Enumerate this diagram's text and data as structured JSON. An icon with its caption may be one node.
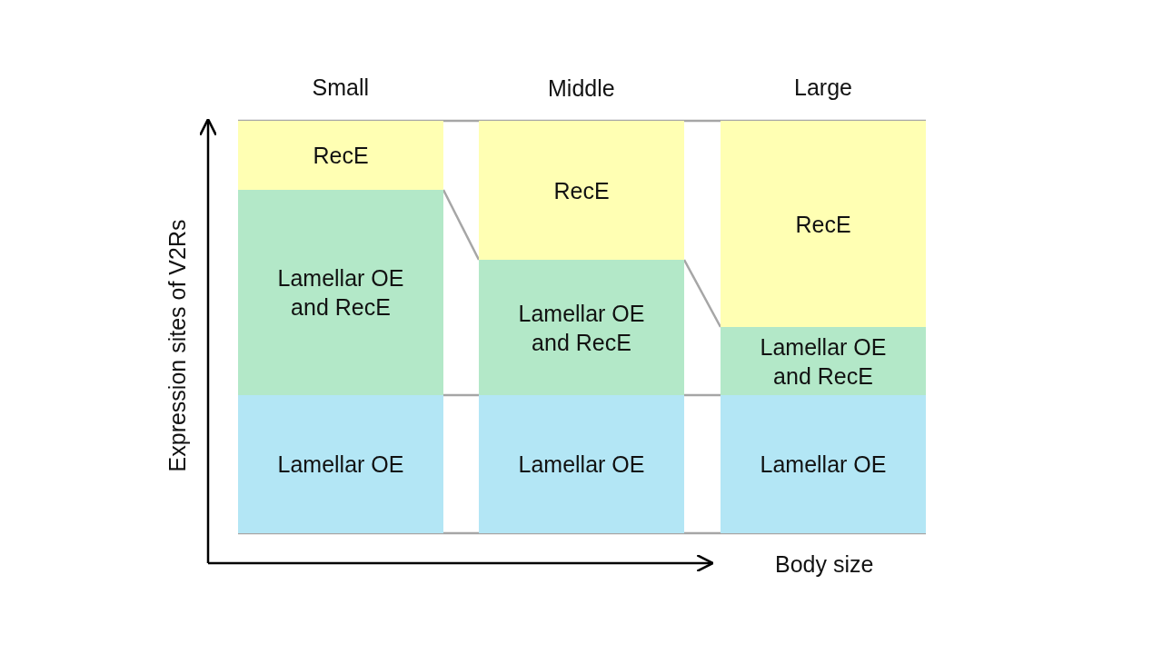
{
  "diagram": {
    "nodes": [
      {
        "text": [
          "RecE"
        ]
      },
      {
        "text": [
          "Lamellar OE and RecE"
        ]
      },
      {
        "text": [
          "Lamellar OE"
        ]
      },
      {
        "text": [
          "RecE"
        ]
      },
      {
        "text": [
          "Lamellar OE and RecE"
        ]
      },
      {
        "text": [
          "Lamellar OE"
        ]
      },
      {
        "text": [
          "RecE"
        ]
      },
      {
        "text": [
          "Lamellar OE and RecE"
        ]
      },
      {
        "text": [
          "Lamellar OE"
        ]
      }
    ],
    "edges": [],
    "labels": [
      "Small",
      "Middle",
      "Large",
      "Expression sites of V2Rs",
      "Body size"
    ]
  }
}
